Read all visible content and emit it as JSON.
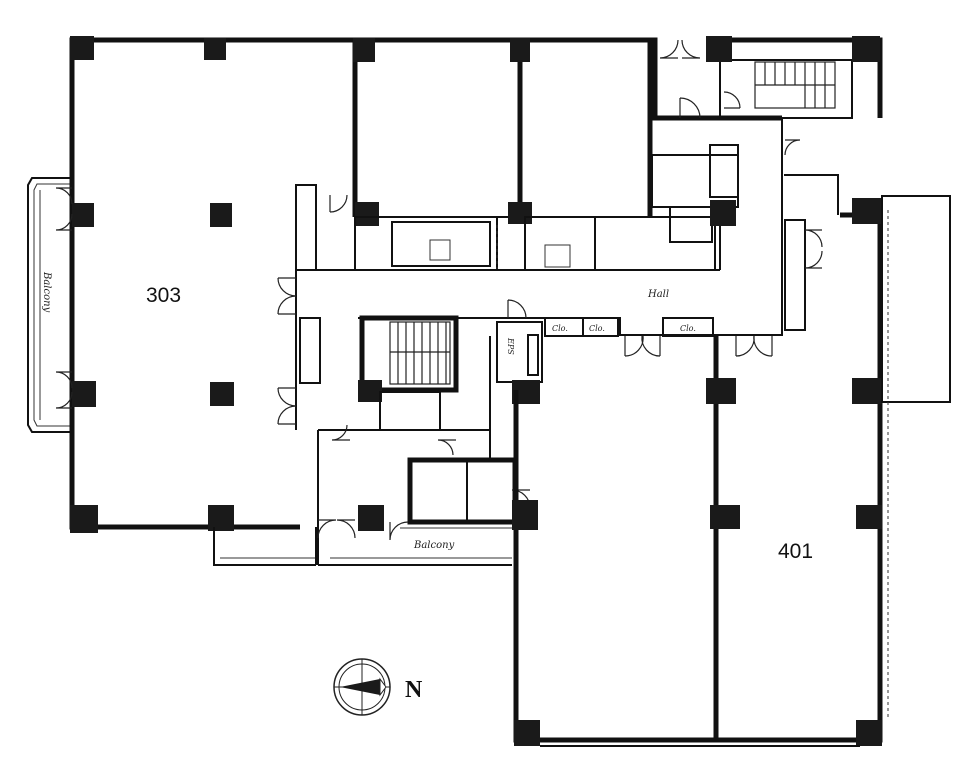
{
  "rooms": {
    "room_303": "303",
    "room_401": "401"
  },
  "labels": {
    "hall": "Hall",
    "balcony_west": "Balcony",
    "balcony_south": "Balcony",
    "closet_1": "Clo.",
    "closet_2": "Clo.",
    "closet_3": "Clo.",
    "eps": "EPS"
  },
  "compass": {
    "letter": "N",
    "icon": "north-arrow-icon"
  }
}
